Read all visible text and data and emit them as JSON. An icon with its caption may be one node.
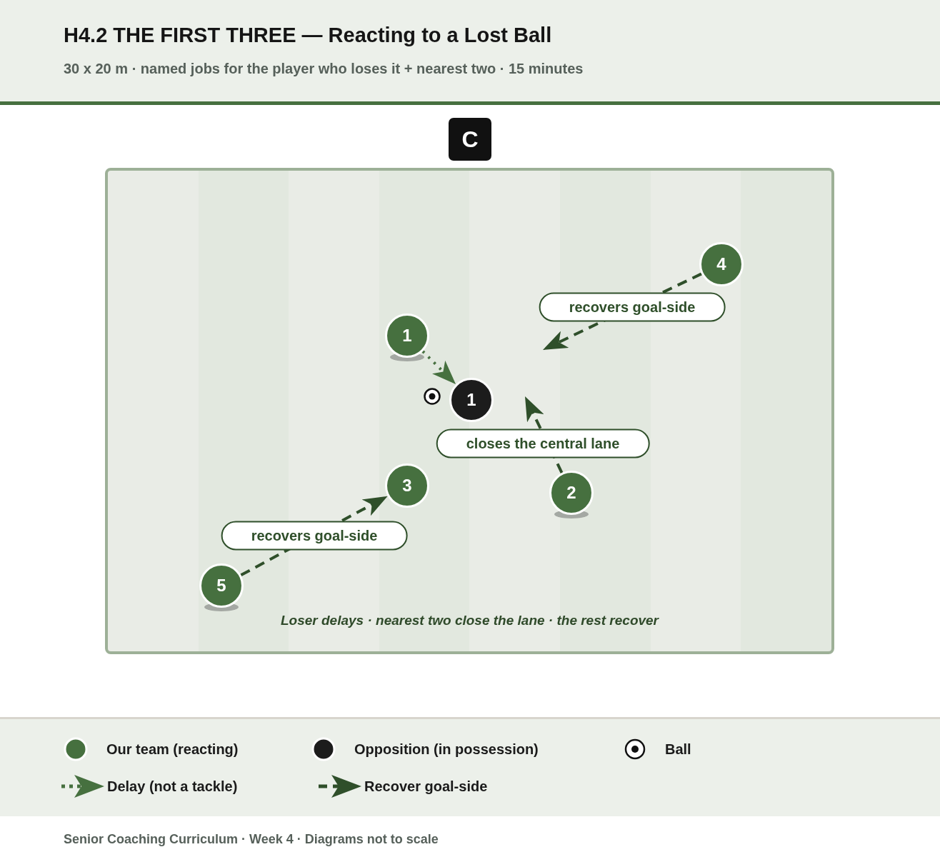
{
  "diagram": {
    "title": "H4.2 THE FIRST THREE — Reacting to a Lost Ball",
    "caption": "Senior Coaching Curriculum · Week 4 · Diagrams not to scale",
    "nodes": [
      {
        "text": [
          "C"
        ]
      },
      {
        "text": [
          "Loser delays · nearest two close the lane · the rest recover"
        ]
      },
      {
        "text": [
          "4"
        ],
        "in": 1
      },
      {
        "text": [
          "1"
        ],
        "in": 1
      },
      {
        "text": [
          "1"
        ],
        "in": 1
      },
      {
        "text": [
          "2"
        ],
        "in": 1
      },
      {
        "text": [
          "3"
        ],
        "in": 1
      },
      {
        "text": [
          "5"
        ],
        "in": 1
      }
    ],
    "edges": [
      {
        "from": 2,
        "to": null,
        "arrow": "to",
        "label": "recovers goal-side",
        "style": "dashed"
      },
      {
        "from": 3,
        "to": 4,
        "arrow": "to",
        "style": "dashed",
        "color": "#46703f"
      },
      {
        "from": 5,
        "to": null,
        "arrow": "to",
        "label": "closes the central lane",
        "style": "dashed"
      },
      {
        "from": 7,
        "to": 6,
        "arrow": "to",
        "label": "recovers goal-side",
        "style": "dashed"
      }
    ],
    "labels": [
      "30 x 20 m · named jobs for the player who loses it + nearest two · 15 minutes"
    ],
    "legend": [
      {
        "text": "Our team (reacting)",
        "color": "#46703f"
      },
      {
        "text": "Opposition (in possession)",
        "color": "#1c1c1c"
      },
      {
        "text": "Ball"
      },
      {
        "text": "Delay (not a tackle)"
      },
      {
        "text": "Recover goal-side"
      }
    ]
  }
}
